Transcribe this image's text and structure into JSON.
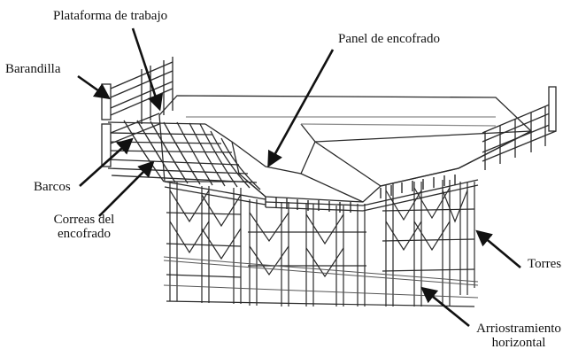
{
  "labels": {
    "plataforma": "Plataforma de trabajo",
    "panel": "Panel de encofrado",
    "barandilla": "Barandilla",
    "barcos": "Barcos",
    "correas_1": "Correas del",
    "correas_2": "encofrado",
    "torres": "Torres",
    "arriostramiento_1": "Arriostramiento",
    "arriostramiento_2": "horizontal"
  },
  "colors": {
    "ink": "#111111",
    "line": "#2a2a2a",
    "light_line": "#8a8a8a",
    "background": "#ffffff"
  }
}
